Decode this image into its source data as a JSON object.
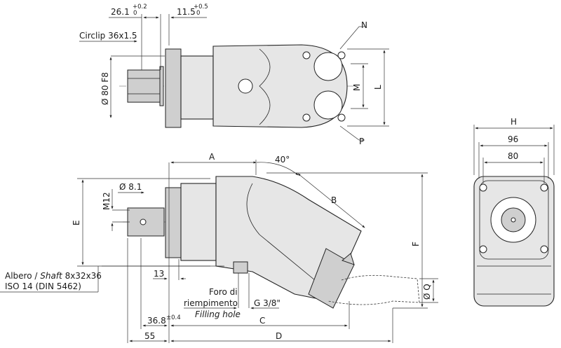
{
  "top_view": {
    "dim_26": {
      "value": "26.1",
      "tol_upper": "+0.2",
      "tol_lower": "0"
    },
    "dim_11": {
      "value": "11.5",
      "tol_upper": "+0.5",
      "tol_lower": "0"
    },
    "circlip": "Circlip 36x1.5",
    "flange_dia": "Ø 80 F8",
    "label_n": "N",
    "label_m": "M",
    "label_l": "L",
    "label_p": "P"
  },
  "front_view": {
    "label_h": "H",
    "dim_96": "96",
    "dim_80": "80"
  },
  "side_view": {
    "label_a": "A",
    "angle": "40°",
    "label_b": "B",
    "hole_dia": "Ø 8.1",
    "thread": "M12",
    "label_e": "E",
    "label_f": "F",
    "shaft_it": "Albero / ",
    "shaft_en": "Shaft",
    "shaft_spec": " 8x32x36",
    "shaft_std": "ISO 14 (DIN 5462)",
    "dim_13": "13",
    "filling_it_1": "Foro di",
    "filling_it_2": "riempimento",
    "filling_en": "Filling hole",
    "filling_thread": "G 3/8\"",
    "dim_36": {
      "value": "36.8",
      "tol": "±0.4"
    },
    "label_c": "C",
    "dim_55": "55",
    "label_d": "D",
    "label_q": "Ø Q"
  }
}
